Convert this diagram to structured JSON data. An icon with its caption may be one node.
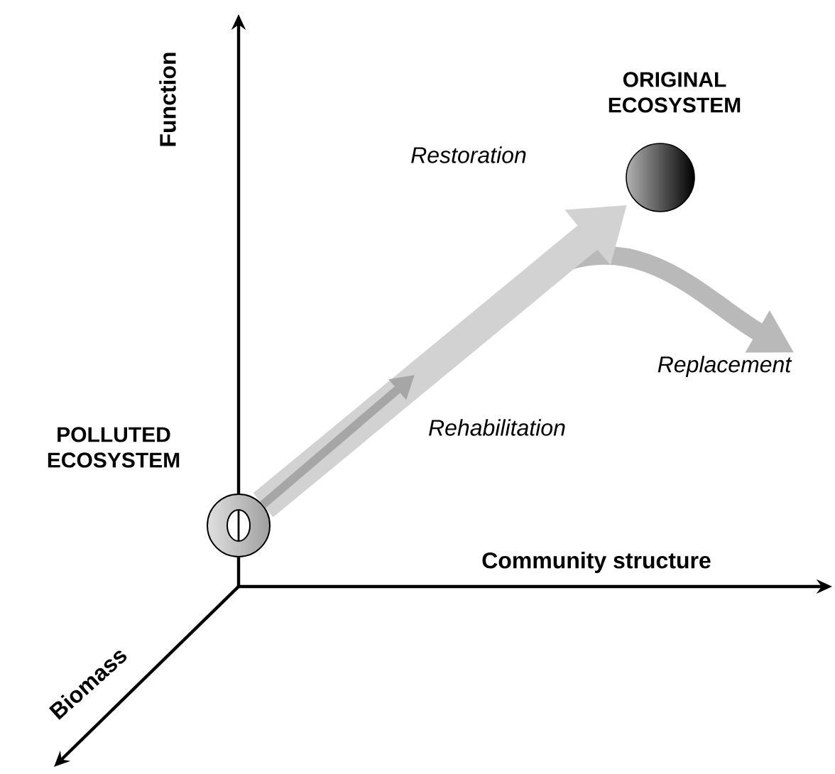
{
  "diagram": {
    "nodes": [
      {
        "text": [
          "POLLUTED ECOSYSTEM"
        ]
      },
      {
        "text": [
          "ORIGINAL ECOSYSTEM"
        ]
      },
      {
        "text": [
          "Replacement"
        ]
      }
    ],
    "edges": [
      {
        "from": 0,
        "to": 2,
        "arrow": "to"
      },
      {
        "from": 0,
        "to": 1,
        "arrow": "to",
        "label": "Restoration"
      },
      {
        "from": 0,
        "to": null,
        "arrow": "to",
        "label": "Rehabilitation"
      }
    ],
    "labels": [
      "Function",
      "Community structure",
      "Biomass"
    ]
  }
}
